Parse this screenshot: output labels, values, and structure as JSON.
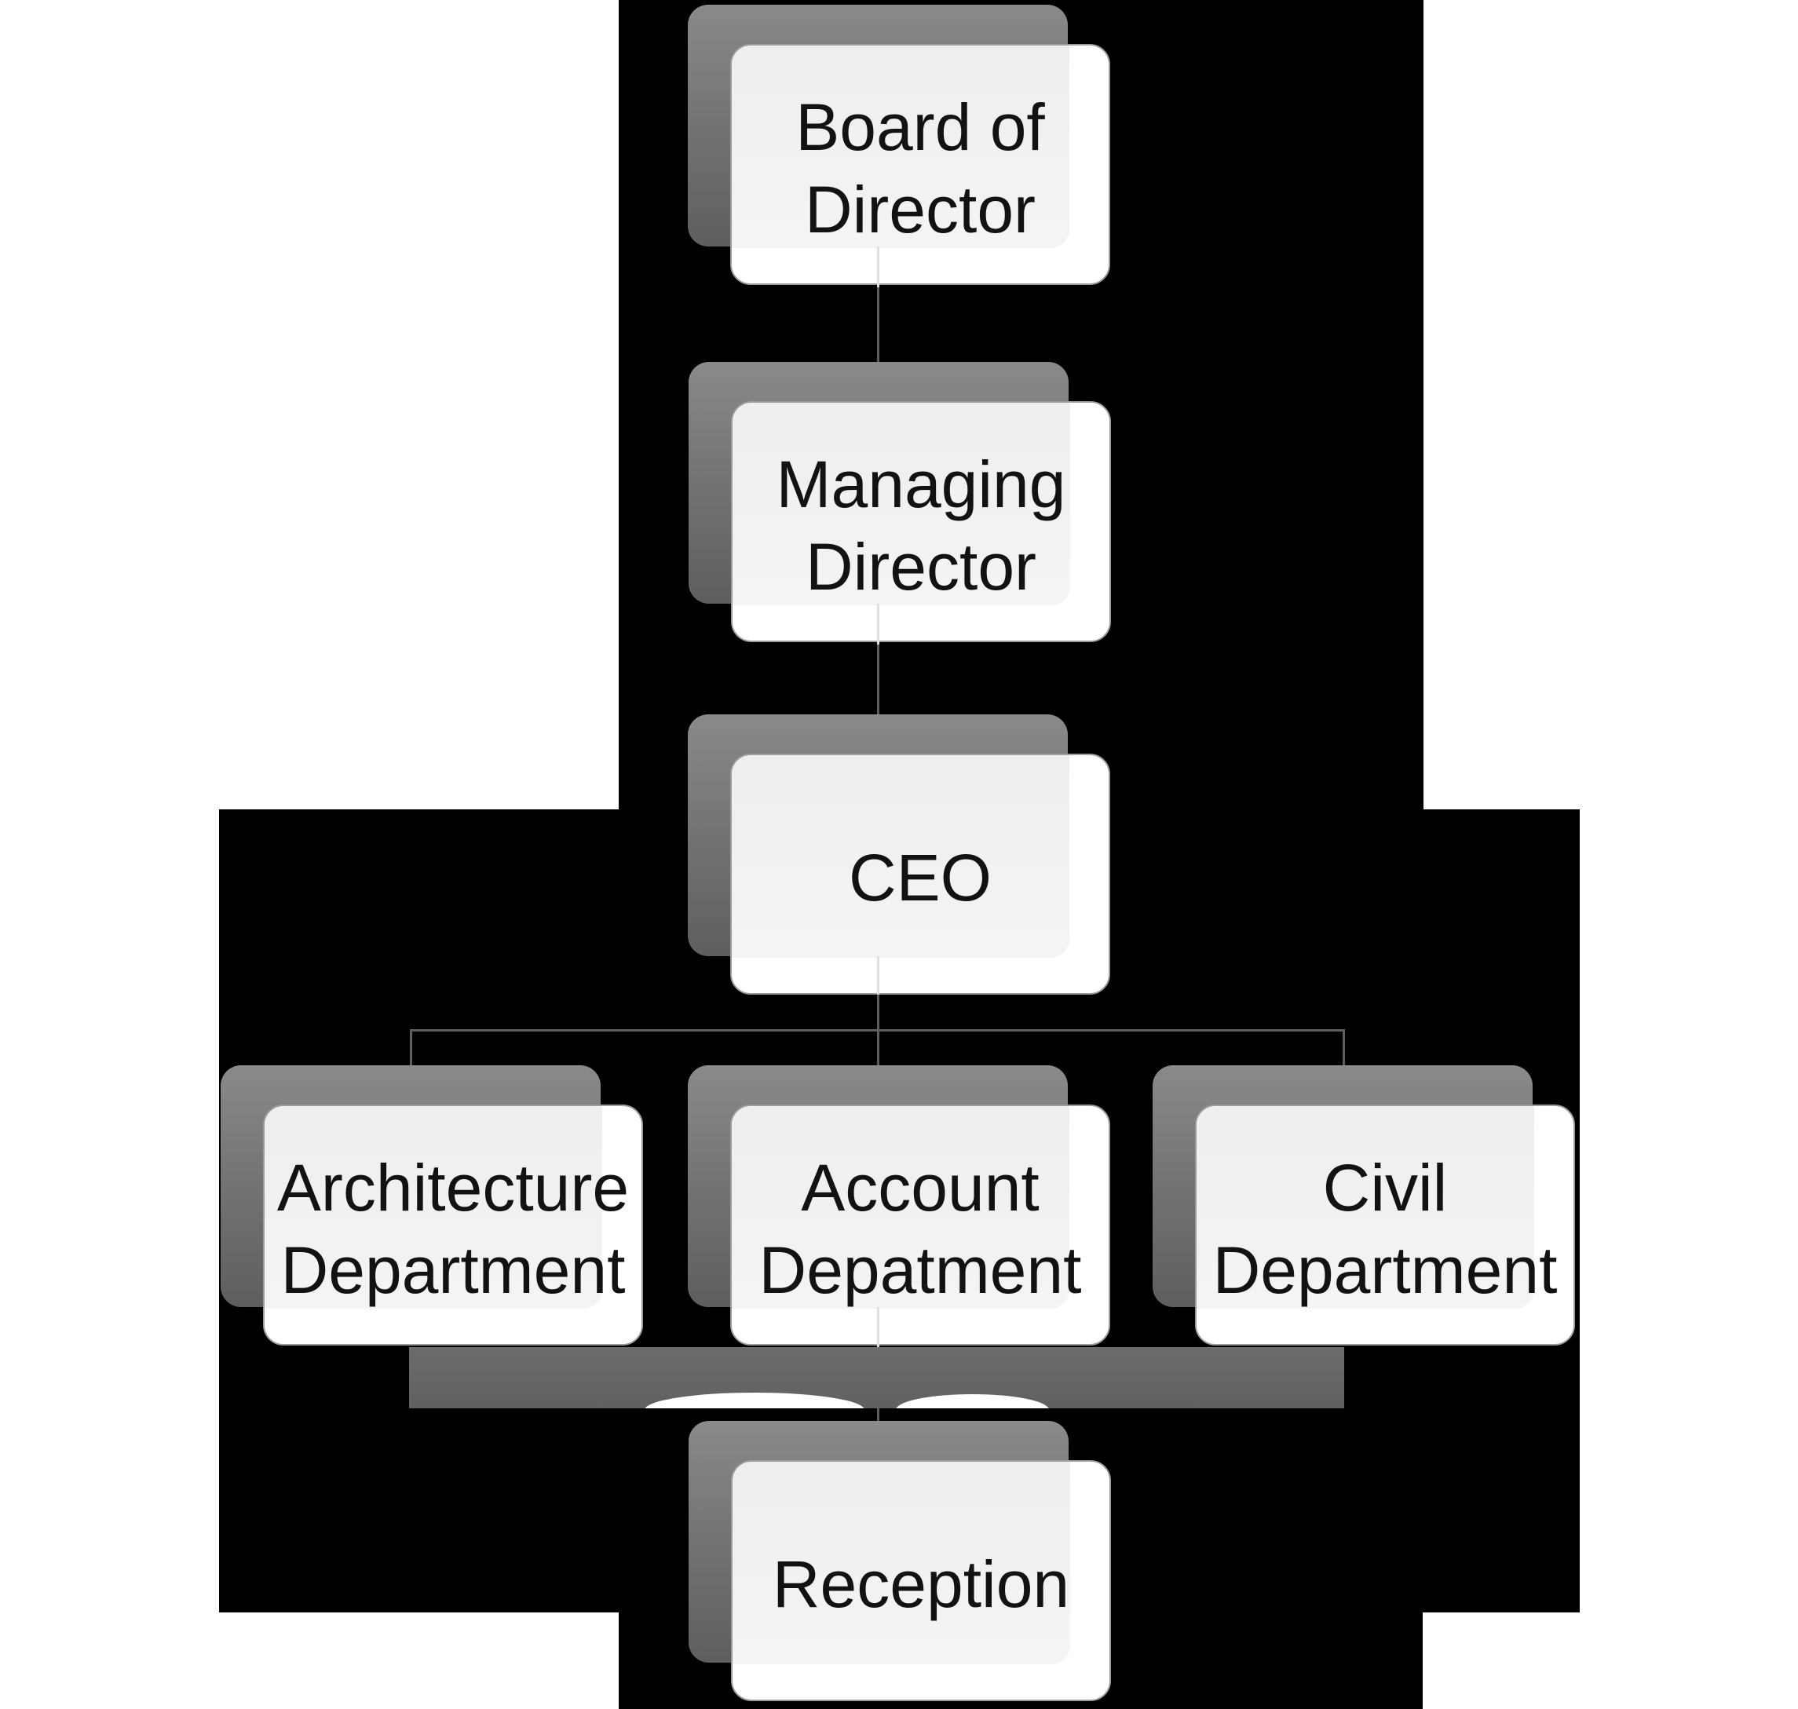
{
  "diagram": {
    "type": "org-chart",
    "nodes": {
      "board": {
        "label": "Board of Director"
      },
      "managing": {
        "label": "Managing Director"
      },
      "ceo": {
        "label": "CEO"
      },
      "architecture": {
        "label": "Architecture Department"
      },
      "account": {
        "label": "Account Depatment"
      },
      "civil": {
        "label": "Civil Department"
      },
      "reception": {
        "label": "Reception"
      }
    },
    "edges": [
      {
        "from": "Board of Director",
        "to": "Managing Director"
      },
      {
        "from": "Managing Director",
        "to": "CEO"
      },
      {
        "from": "CEO",
        "to": "Architecture Department"
      },
      {
        "from": "CEO",
        "to": "Account Depatment"
      },
      {
        "from": "CEO",
        "to": "Civil Department"
      },
      {
        "from": "Account Depatment",
        "to": "Reception"
      }
    ],
    "colors": {
      "background_cross": "#000000",
      "node_shadow_top": "#8a8a8a",
      "node_shadow_bottom": "#5e5e5e",
      "node_card": "#ffffff",
      "node_card_inner": "#f1f1f1",
      "node_card_border": "#9c9c9c",
      "connector_dark": "#5e5e5e",
      "connector_light": "#e0e0e0",
      "text": "#121212"
    }
  }
}
